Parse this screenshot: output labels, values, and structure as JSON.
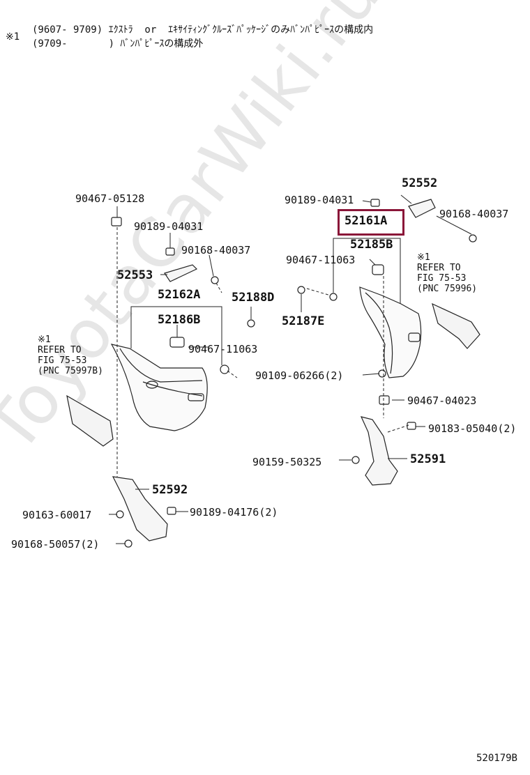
{
  "header": {
    "mark": "※1",
    "line1": "(9607- 9709) ｴｸｽﾄﾗ  or  ｴｷｻｲﾃｨﾝｸﾞｸﾙｰｽﾞﾊﾟｯｹｰｼﾞのみﾊﾞﾝﾊﾟﾋﾟｰｽの構成内",
    "line2": "(9709-       ) ﾊﾞﾝﾊﾟﾋﾟｰｽの構成外"
  },
  "watermark": "ToyotaCarWiki.ru",
  "refs": {
    "left": "※1\nREFER TO\nFIG 75-53\n(PNC 75997B)",
    "right": "※1\nREFER TO\nFIG 75-53\n(PNC 75996)"
  },
  "parts": {
    "p1": "90467-05128",
    "p2": "90189-04031",
    "p3": "90168-40037",
    "p4": "52553",
    "p5": "52162A",
    "p6": "52188D",
    "p7": "52186B",
    "p8": "90467-11063",
    "p9": "90189-04031",
    "p10": "52552",
    "p11": "90168-40037",
    "p12": "52161A",
    "p13": "52185B",
    "p14": "90467-11063",
    "p15": "52187E",
    "p16": "90109-06266(2)",
    "p17": "90467-04023",
    "p18": "90183-05040(2)",
    "p19": "90159-50325",
    "p20": "52591",
    "p21": "52592",
    "p22": "90163-60017",
    "p23": "90189-04176(2)",
    "p24": "90168-50057(2)"
  },
  "diagram_code": "520179B",
  "highlight_color": "#8a1538"
}
